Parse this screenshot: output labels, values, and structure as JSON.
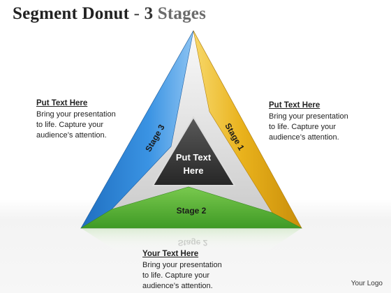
{
  "title": {
    "main": "Segment Donut",
    "separator": "-",
    "number": "3",
    "suffix": "Stages"
  },
  "stages": {
    "stage1": "Stage 1",
    "stage2": "Stage 2",
    "stage3": "Stage 3"
  },
  "center": {
    "line1": "Put Text",
    "line2": "Here"
  },
  "text_left": {
    "heading": "Put Text Here",
    "body": "Bring your presentation\nto life. Capture your\naudience’s attention."
  },
  "text_right": {
    "heading": "Put Text Here",
    "body": "Bring your presentation\nto life. Capture your\naudience’s attention."
  },
  "text_bottom": {
    "heading": "Your Text Here",
    "body": "Bring your presentation\nto life. Capture your\naudience’s attention."
  },
  "reflection_text": "Stage 2",
  "logo": "Your Logo",
  "colors": {
    "stage1": "#e8b422",
    "stage2": "#5fb53a",
    "stage3": "#2f86d6",
    "center": "#3a3a3a"
  }
}
